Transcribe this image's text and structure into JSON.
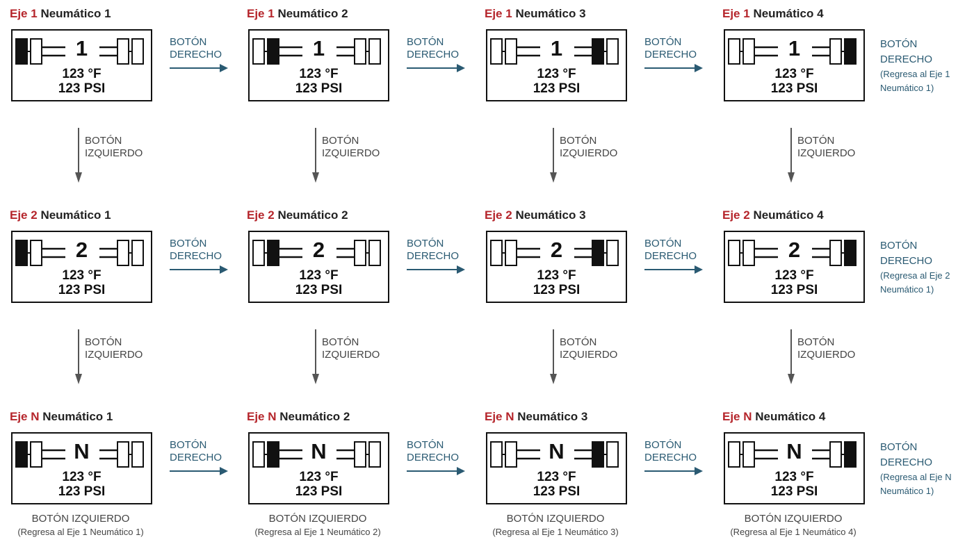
{
  "rows": [
    {
      "axle": "1",
      "cells": [
        {
          "axle_label": "Eje 1",
          "tire_label": "Neumático 1",
          "highlight": 0,
          "temp": "123 °F",
          "psi": "123 PSI"
        },
        {
          "axle_label": "Eje 1",
          "tire_label": "Neumático 2",
          "highlight": 1,
          "temp": "123 °F",
          "psi": "123 PSI"
        },
        {
          "axle_label": "Eje 1",
          "tire_label": "Neumático 3",
          "highlight": 2,
          "temp": "123 °F",
          "psi": "123 PSI"
        },
        {
          "axle_label": "Eje 1",
          "tire_label": "Neumático 4",
          "highlight": 3,
          "temp": "123 °F",
          "psi": "123 PSI"
        }
      ],
      "right_button": "BOTÓN",
      "right_button2": "DERECHO",
      "end_label": "BOTÓN",
      "end_label2": "DERECHO",
      "end_note": "(Regresa al Eje 1",
      "end_note2": "Neumático 1)"
    },
    {
      "axle": "2",
      "cells": [
        {
          "axle_label": "Eje 2",
          "tire_label": "Neumático 1",
          "highlight": 0,
          "temp": "123 °F",
          "psi": "123 PSI"
        },
        {
          "axle_label": "Eje 2",
          "tire_label": "Neumático 2",
          "highlight": 1,
          "temp": "123 °F",
          "psi": "123 PSI"
        },
        {
          "axle_label": "Eje 2",
          "tire_label": "Neumático 3",
          "highlight": 2,
          "temp": "123 °F",
          "psi": "123 PSI"
        },
        {
          "axle_label": "Eje 2",
          "tire_label": "Neumático 4",
          "highlight": 3,
          "temp": "123 °F",
          "psi": "123 PSI"
        }
      ],
      "right_button": "BOTÓN",
      "right_button2": "DERECHO",
      "end_label": "BOTÓN",
      "end_label2": "DERECHO",
      "end_note": "(Regresa al Eje 2",
      "end_note2": "Neumático 1)"
    },
    {
      "axle": "N",
      "cells": [
        {
          "axle_label": "Eje N",
          "tire_label": "Neumático 1",
          "highlight": 0,
          "temp": "123 °F",
          "psi": "123 PSI"
        },
        {
          "axle_label": "Eje N",
          "tire_label": "Neumático 2",
          "highlight": 1,
          "temp": "123 °F",
          "psi": "123 PSI"
        },
        {
          "axle_label": "Eje N",
          "tire_label": "Neumático 3",
          "highlight": 2,
          "temp": "123 °F",
          "psi": "123 PSI"
        },
        {
          "axle_label": "Eje N",
          "tire_label": "Neumático 4",
          "highlight": 3,
          "temp": "123 °F",
          "psi": "123 PSI"
        }
      ],
      "right_button": "BOTÓN",
      "right_button2": "DERECHO",
      "end_label": "BOTÓN",
      "end_label2": "DERECHO",
      "end_note": "(Regresa al Eje N",
      "end_note2": "Neumático 1)"
    }
  ],
  "left_button": "BOTÓN",
  "left_button2": "IZQUIERDO",
  "bottom": [
    {
      "label": "BOTÓN IZQUIERDO",
      "note": "(Regresa al Eje 1 Neumático 1)"
    },
    {
      "label": "BOTÓN IZQUIERDO",
      "note": "(Regresa al Eje 1 Neumático 2)"
    },
    {
      "label": "BOTÓN IZQUIERDO",
      "note": "(Regresa al Eje 1 Neumático 3)"
    },
    {
      "label": "BOTÓN IZQUIERDO",
      "note": "(Regresa al Eje 1 Neumático 4)"
    }
  ],
  "colors": {
    "axle_label": "#b5252b",
    "right_arrow": "#2a5a72",
    "down_arrow": "#555555",
    "screen_border": "#111111"
  },
  "icons": {
    "tire_filled": "tire-highlighted-icon",
    "tire_empty": "tire-outline-icon"
  }
}
